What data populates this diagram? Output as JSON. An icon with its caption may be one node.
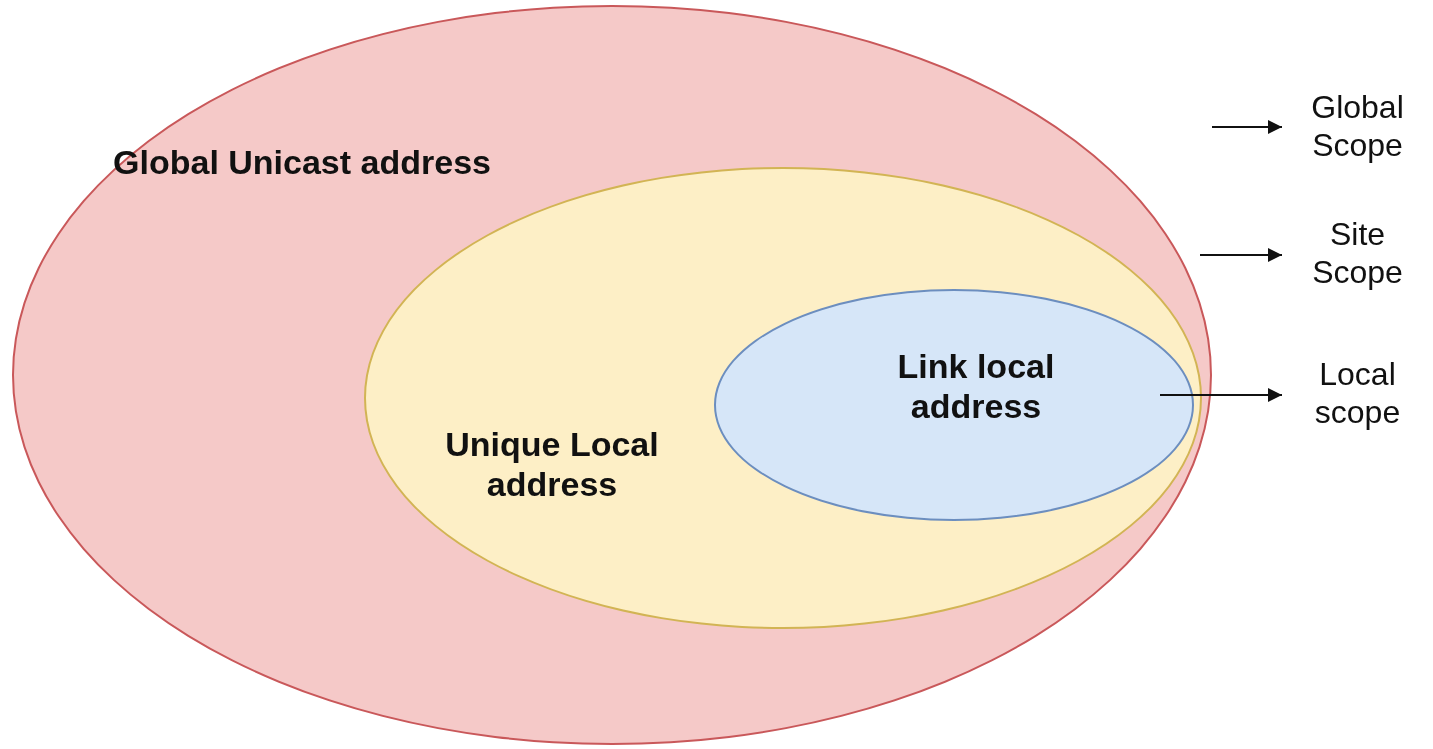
{
  "diagram": {
    "nodes": [
      {
        "text": [
          "Global Unicast address"
        ]
      },
      {
        "text": [
          "Unique Local address"
        ],
        "in": 0
      },
      {
        "text": [
          "Link local address"
        ],
        "in": 1
      },
      {
        "text": [
          "Global Scope"
        ]
      },
      {
        "text": [
          "Site Scope"
        ]
      },
      {
        "text": [
          "Local scope"
        ]
      }
    ],
    "edges": [
      {
        "from": 0,
        "to": 3,
        "arrow": "to"
      },
      {
        "from": 1,
        "to": 4,
        "arrow": "to"
      },
      {
        "from": 2,
        "to": 5,
        "arrow": "to"
      }
    ]
  }
}
